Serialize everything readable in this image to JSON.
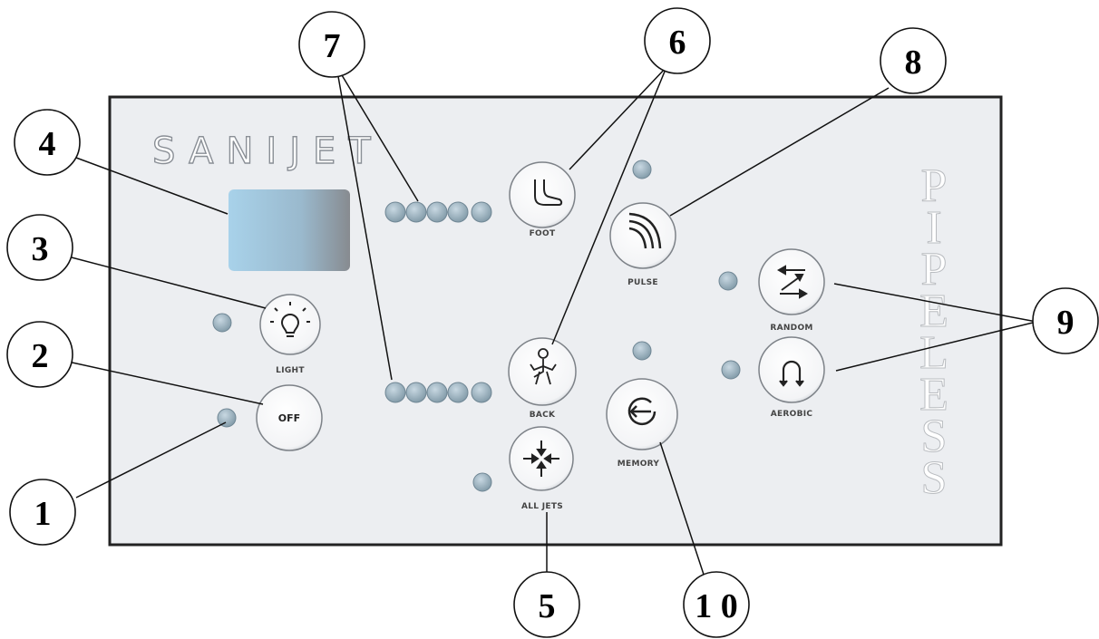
{
  "panel": {
    "brand": "SANIJET",
    "side_text": "PIPELESS"
  },
  "buttons": {
    "light": "LIGHT",
    "off": "OFF",
    "foot": "FOOT",
    "pulse": "PULSE",
    "back": "BACK",
    "all_jets": "ALL JETS",
    "memory": "MEMORY",
    "random": "RANDOM",
    "aerobic": "AEROBIC",
    "off_face": "OFF"
  },
  "callouts": {
    "c1": "1",
    "c2": "2",
    "c3": "3",
    "c4": "4",
    "c5": "5",
    "c6": "6",
    "c7": "7",
    "c8": "8",
    "c9": "9",
    "c10": "1 0"
  },
  "colors": {
    "panel_bg": "#eceef1",
    "display_bg": "#9fc5dc",
    "led": "#8fa7b4",
    "button_fill": "#ffffff"
  }
}
